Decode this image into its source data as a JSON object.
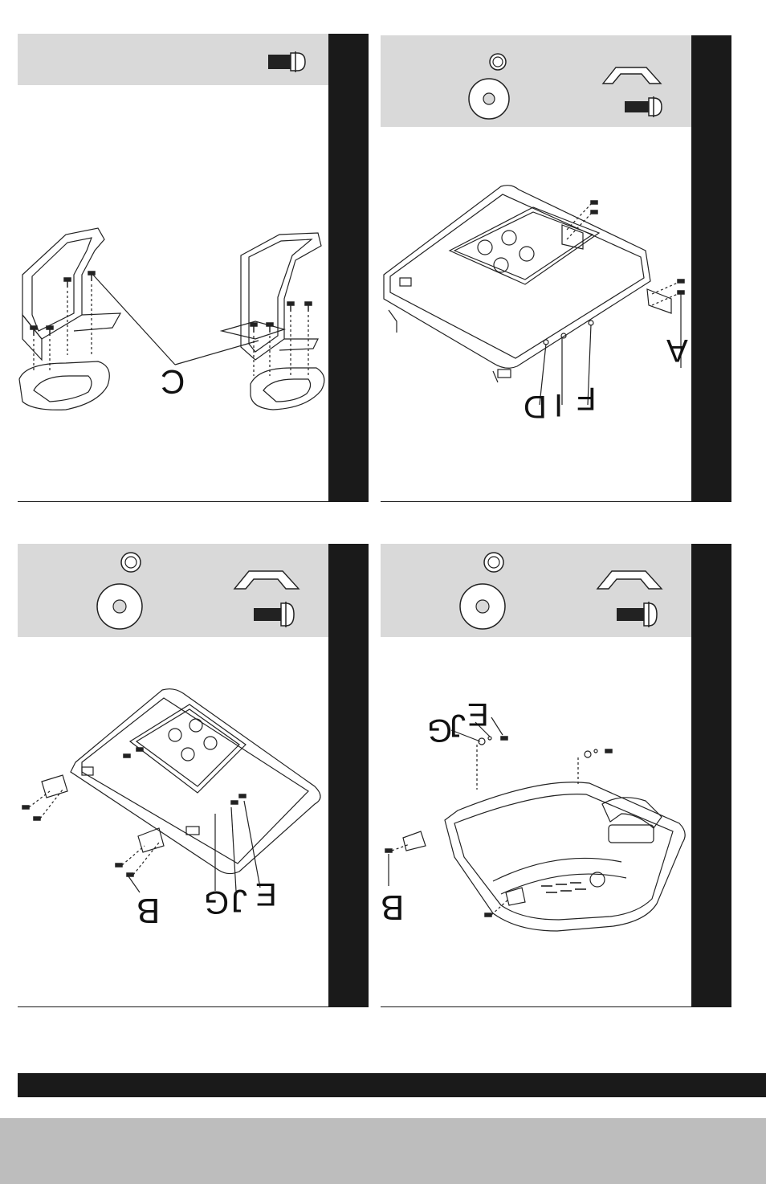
{
  "panels": {
    "p1": {
      "labels": {
        "c": "C"
      }
    },
    "p2": {
      "labels": {
        "a": "A",
        "d": "D",
        "i": "I",
        "f": "F"
      }
    },
    "p3": {
      "labels": {
        "b": "B",
        "g": "G",
        "j": "J",
        "e": "E"
      }
    },
    "p4": {
      "labels": {
        "b": "B",
        "e": "E",
        "j": "J",
        "g": "G"
      }
    }
  },
  "icons": {
    "bolt": "bolt-icon",
    "washer": "flat-washer-icon",
    "lock_washer": "lock-washer-icon",
    "spacer": "spacer-icon"
  },
  "colors": {
    "header_fill": "#d9d9d9",
    "side_bar": "#1a1a1a",
    "footer_band": "#bdbdbd",
    "line_art": "#222222"
  }
}
